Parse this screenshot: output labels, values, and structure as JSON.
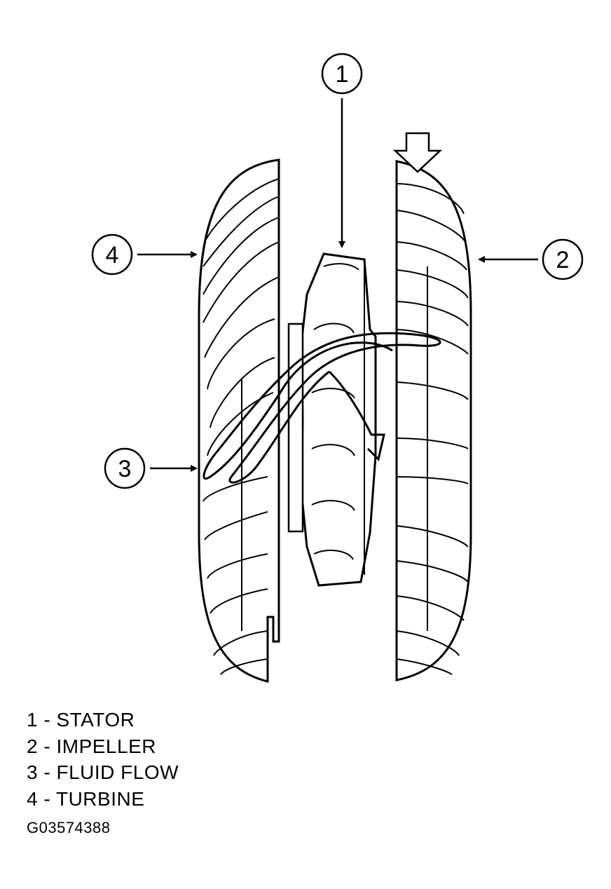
{
  "callouts": [
    {
      "number": "1",
      "part": "stator"
    },
    {
      "number": "2",
      "part": "impeller"
    },
    {
      "number": "3",
      "part": "fluid-flow"
    },
    {
      "number": "4",
      "part": "turbine"
    }
  ],
  "legend": [
    {
      "number": "1",
      "sep": " - ",
      "label": "STATOR"
    },
    {
      "number": "2",
      "sep": " - ",
      "label": "IMPELLER"
    },
    {
      "number": "3",
      "sep": " - ",
      "label": "FLUID FLOW"
    },
    {
      "number": "4",
      "sep": " - ",
      "label": "TURBINE"
    }
  ],
  "figure_id": "G03574388"
}
